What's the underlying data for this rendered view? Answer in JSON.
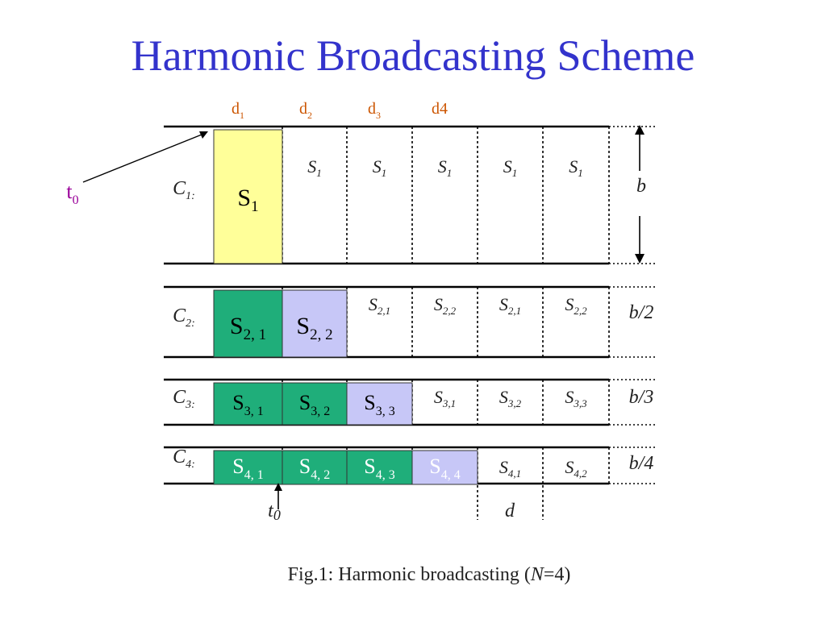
{
  "title": "Harmonic Broadcasting Scheme",
  "colors": {
    "title": "#3333cc",
    "d_labels": "#cc5500",
    "t0_label": "#990099",
    "box_yellow": "#ffff99",
    "box_green": "#1fae7a",
    "box_lavender": "#c7c7f7"
  },
  "top_labels": [
    {
      "base": "d",
      "sub": "1"
    },
    {
      "base": "d",
      "sub": "2"
    },
    {
      "base": "d",
      "sub": "3"
    },
    {
      "base": "d4",
      "sub": ""
    }
  ],
  "t0_label": {
    "base": "t",
    "sub": "0"
  },
  "channels": [
    {
      "label_base": "C",
      "label_sub": "1",
      "bandwidth": "b",
      "boxes": [
        {
          "base": "S",
          "sub": "1",
          "color": "yellow"
        }
      ],
      "repeats": [
        {
          "base": "S",
          "sub": "1"
        },
        {
          "base": "S",
          "sub": "1"
        },
        {
          "base": "S",
          "sub": "1"
        },
        {
          "base": "S",
          "sub": "1"
        },
        {
          "base": "S",
          "sub": "1"
        }
      ]
    },
    {
      "label_base": "C",
      "label_sub": "2",
      "bandwidth": "b/2",
      "boxes": [
        {
          "base": "S",
          "sub": "2, 1",
          "color": "green"
        },
        {
          "base": "S",
          "sub": "2, 2",
          "color": "lavender"
        }
      ],
      "repeats": [
        {
          "base": "S",
          "sub": "2,1"
        },
        {
          "base": "S",
          "sub": "2,2"
        },
        {
          "base": "S",
          "sub": "2,1"
        },
        {
          "base": "S",
          "sub": "2,2"
        }
      ]
    },
    {
      "label_base": "C",
      "label_sub": "3",
      "bandwidth": "b/3",
      "boxes": [
        {
          "base": "S",
          "sub": "3, 1",
          "color": "green"
        },
        {
          "base": "S",
          "sub": "3, 2",
          "color": "green"
        },
        {
          "base": "S",
          "sub": "3, 3",
          "color": "lavender"
        }
      ],
      "repeats": [
        {
          "base": "S",
          "sub": "3,1"
        },
        {
          "base": "S",
          "sub": "3,2"
        },
        {
          "base": "S",
          "sub": "3,3"
        }
      ]
    },
    {
      "label_base": "C",
      "label_sub": "4",
      "bandwidth": "b/4",
      "boxes": [
        {
          "base": "S",
          "sub": "4, 1",
          "color": "green"
        },
        {
          "base": "S",
          "sub": "4, 2",
          "color": "green"
        },
        {
          "base": "S",
          "sub": "4, 3",
          "color": "green"
        },
        {
          "base": "S",
          "sub": "4, 4",
          "color": "lavender"
        }
      ],
      "repeats": [
        {
          "base": "S",
          "sub": "4,1"
        },
        {
          "base": "S",
          "sub": "4,2"
        }
      ]
    }
  ],
  "bottom_labels": {
    "t0": {
      "base": "t",
      "sub": "0"
    },
    "d": "d"
  },
  "caption": {
    "prefix": "Fig.1: Harmonic broadcasting (",
    "italic": "N",
    "suffix": "=4)"
  }
}
